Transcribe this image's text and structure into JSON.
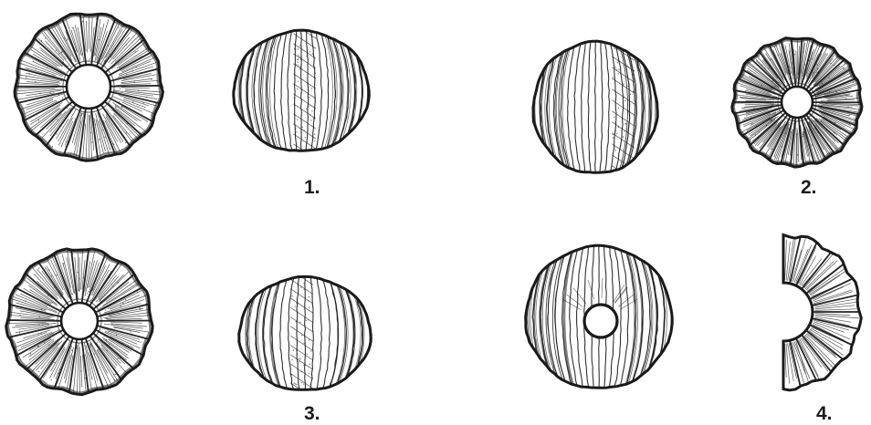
{
  "figures": [
    {
      "label": "1.",
      "views": [
        "top",
        "side"
      ]
    },
    {
      "label": "2.",
      "views": [
        "side",
        "top"
      ]
    },
    {
      "label": "3.",
      "views": [
        "top",
        "side"
      ]
    },
    {
      "label": "4.",
      "views": [
        "side-perforated",
        "half-fragment"
      ]
    }
  ],
  "ink_color": "#1a1a1a",
  "paper_color": "#ffffff"
}
